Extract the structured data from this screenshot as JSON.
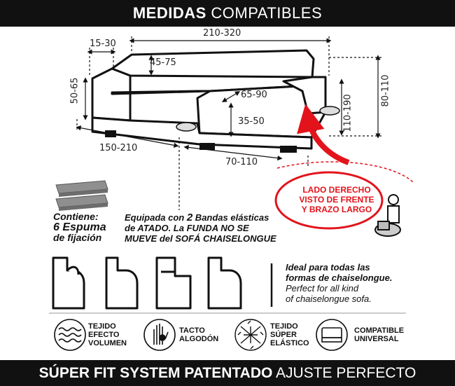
{
  "header": {
    "title_bold": "MEDIDAS",
    "title_light": "COMPATIBLES"
  },
  "dimensions": {
    "total_width": "210-320",
    "arm_width": "15-30",
    "back_depth": "45-75",
    "back_height": "50-65",
    "seat_depth": "65-90",
    "seat_height": "35-50",
    "chaise_height": "110-190",
    "total_height": "80-110",
    "sofa_length": "150-210",
    "chaise_width": "70-110"
  },
  "callout": {
    "line1": "LADO DERECHO",
    "line2": "VISTO DE FRENTE",
    "line3": "Y BRAZO LARGO"
  },
  "contents": {
    "line1": "Contiene:",
    "line2": "6 Espuma",
    "line3": "de fijación"
  },
  "bands": {
    "prefix": "Equipada con ",
    "count": "2",
    "suffix": " Bandas elásticas",
    "line2": "de ATADO. La FUNDA NO SE",
    "line3": "MUEVE del SOFÁ CHAISELONGUE"
  },
  "ideal": {
    "es_line1": "Ideal para todas las",
    "es_line2": "formas de chaiselongue.",
    "en_line1": "Perfect for all kind",
    "en_line2": "of chaiselongue sofa."
  },
  "features": [
    {
      "icon": "wave-volume-icon",
      "line1": "TEJIDO",
      "line2": "EFECTO",
      "line3": "VOLUMEN"
    },
    {
      "icon": "hand-cotton-icon",
      "line1": "TACTO",
      "line2": "ALGODÓN",
      "line3": ""
    },
    {
      "icon": "stretch-mesh-icon",
      "line1": "TEJIDO",
      "line2": "SÚPER",
      "line3": "ELÁSTICO"
    },
    {
      "icon": "sofa-compatible-icon",
      "line1": "COMPATIBLE",
      "line2": "UNIVERSAL",
      "line3": ""
    }
  ],
  "footer": {
    "title_bold": "SÚPER FIT SYSTEM PATENTADO",
    "title_light": "AJUSTE PERFECTO"
  },
  "colors": {
    "accent": "#e3131b",
    "bar": "#111111",
    "foam": "#8f8f8f"
  }
}
